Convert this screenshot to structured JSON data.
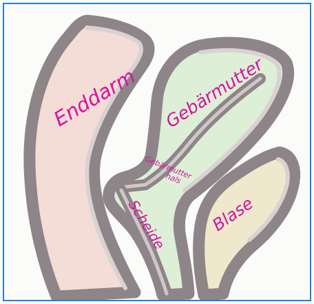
{
  "labels": {
    "rectum": "Enddarm",
    "uterus": "Gebärmutter",
    "cervix_line1": "Gebärmutter",
    "cervix_line2": "hals",
    "vagina": "Scheide",
    "bladder": "Blase"
  },
  "colors": {
    "frame_border": "#1f7fd6",
    "rectum_fill": "#f3ddd6",
    "uterus_fill": "#ddefd6",
    "bladder_fill": "#efe8cc",
    "organ_wall": "#8d8587",
    "label_text": "#d6129f"
  }
}
